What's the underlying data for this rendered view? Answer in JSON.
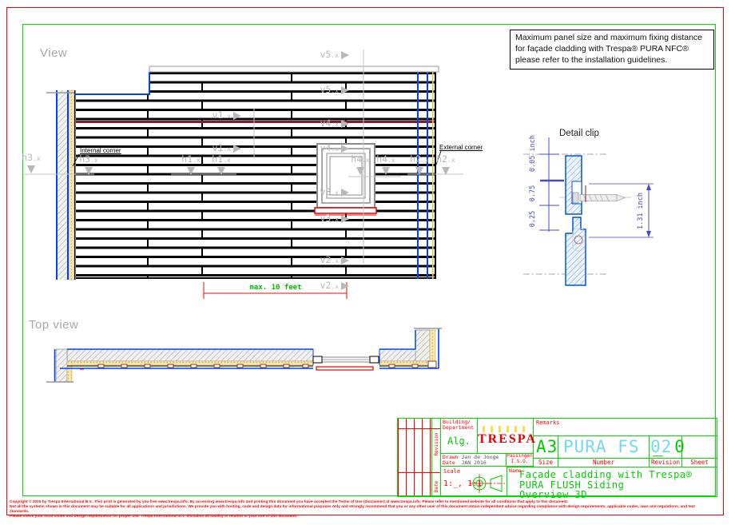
{
  "note_box": {
    "lines": [
      "Maximum panel size and maximum fixing distance",
      "for façade cladding with Trespa® PURA NFC®",
      "please refer to the installation guidelines."
    ]
  },
  "view": {
    "title": "View",
    "internal_corner": "Internal corner",
    "external_corner": "External corner",
    "dimension": "max. 10 feet",
    "v_labels": [
      {
        "base": "v5",
        "sub": ".x"
      },
      {
        "base": "v5",
        "sub": ".x"
      },
      {
        "base": "v1",
        "sub": ".x"
      },
      {
        "base": "v4",
        "sub": ".x"
      },
      {
        "base": "v1",
        "sub": ".x"
      },
      {
        "base": "v4",
        "sub": ".x"
      },
      {
        "base": "v3",
        "sub": ".x"
      },
      {
        "base": "v3",
        "sub": ".x"
      },
      {
        "base": "v2",
        "sub": ".x"
      },
      {
        "base": "v2",
        "sub": ".x"
      }
    ],
    "h_labels": [
      {
        "base": "h3",
        "sub": ".x"
      },
      {
        "base": "h3",
        "sub": ".x"
      },
      {
        "base": "h1",
        "sub": ".x"
      },
      {
        "base": "h1",
        "sub": ".x"
      },
      {
        "base": "h4",
        "sub": ".x"
      },
      {
        "base": "h4",
        "sub": ".x"
      },
      {
        "base": "h2",
        "sub": ".x"
      },
      {
        "base": "h2",
        "sub": ".x"
      }
    ]
  },
  "detail_clip": {
    "title": "Detail clip",
    "dims": {
      "d1": "0.05 inch",
      "d2": "0.75",
      "d3": "0.25",
      "d4": "1.31 inch"
    }
  },
  "top_view": {
    "title": "Top view"
  },
  "title_block": {
    "building_label_1": "Building/",
    "building_label_2": "Department",
    "building_value": "Alg.",
    "logo_text": "TRESPA",
    "remarks_label": "Remarks",
    "drawn_label": "Drawn",
    "drawn_value": "Jan de Jonge",
    "date_label": "Date",
    "date_value": "JAN 2016",
    "passingen_label": "Passingen",
    "iso_label": "I.S.O.",
    "size_value": "A3",
    "size_label": "Size",
    "number_value": "PURA FS 02",
    "number_label": "Number",
    "revision_value": "_ 0",
    "revision_label": "Revision",
    "sheet_label": "Sheet",
    "scale_label": "Scale",
    "scale_value": "1:_, 1:1",
    "name_label": "Name",
    "name_line_1": "Façade cladding with Trespa®",
    "name_line_2": "PURA FLUSH Siding",
    "name_line_3": "Overview 3D",
    "revision_vertical": "Revision",
    "date_vertical": "Date"
  },
  "footer": {
    "lines": [
      "Copyright © 2015 by Trespa International B.V.. This print is generated by you free www.trespa.info. By accessing www.trespa.info and printing this document you have accepted the Terms of Use (disclaimer) at www.trespa.info. Please refer to mentioned website for all conditions that apply to this document.",
      "Not all the systems shown in this document may be suitable for all applications and jurisdictions. We provide you with hosting, code and design data for informational purposes only and strongly recommend that you or any other user of this document obtain independent advice regarding compliance with design requirements, applicable codes, laws and regulations, and test standards.",
      "Please check your local codes and design requirements for proper use. Trespa International B.V. disclaims all liability in relation to your use of this document."
    ]
  },
  "colors": {
    "frame_green": "#00dd00",
    "border_red": "#ff0000",
    "cad_cyan": "#74d9ee",
    "drawing_blue": "#0044ee",
    "dim_blue": "#4848c8",
    "accent_yellow": "#e6c850"
  }
}
